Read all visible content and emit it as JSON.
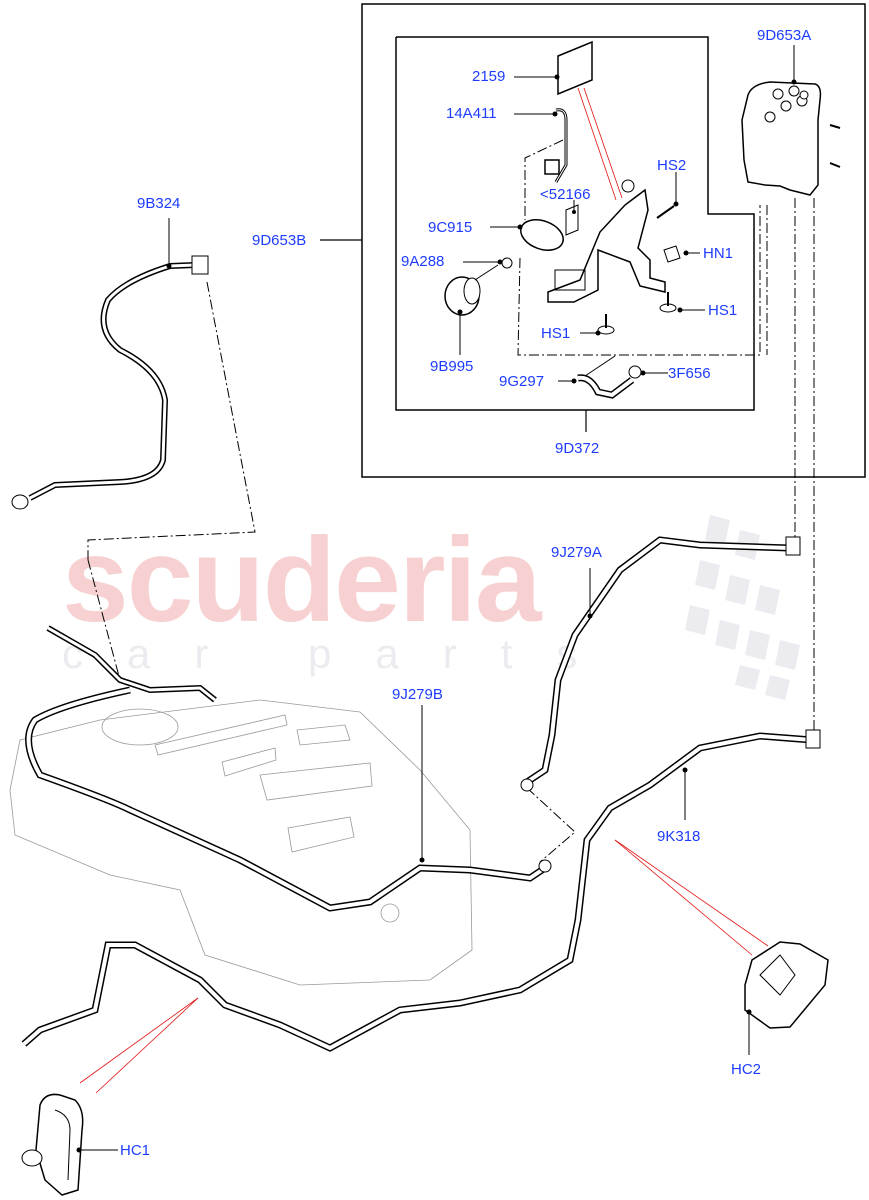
{
  "diagram": {
    "type": "exploded parts diagram",
    "subject": "Fuel tank, vapour lines and EVAP canister assembly",
    "watermark": {
      "main": "scuderia",
      "sub": "car parts"
    },
    "colors": {
      "label": "#1e3cff",
      "line": "#000000",
      "reference_line": "#e01010",
      "watermark": "#f6caca"
    }
  },
  "labels": {
    "l_9D653A": "9D653A",
    "l_2159": "2159",
    "l_14A411": "14A411",
    "l_52166": "<52166",
    "l_HS2": "HS2",
    "l_9C915": "9C915",
    "l_9D653B": "9D653B",
    "l_9A288": "9A288",
    "l_HN1": "HN1",
    "l_HS1a": "HS1",
    "l_HS1b": "HS1",
    "l_9B995": "9B995",
    "l_9G297": "9G297",
    "l_3F656": "3F656",
    "l_9D372": "9D372",
    "l_9B324": "9B324",
    "l_9J279A": "9J279A",
    "l_9J279B": "9J279B",
    "l_9K318": "9K318",
    "l_HC2": "HC2",
    "l_HC1": "HC1"
  }
}
